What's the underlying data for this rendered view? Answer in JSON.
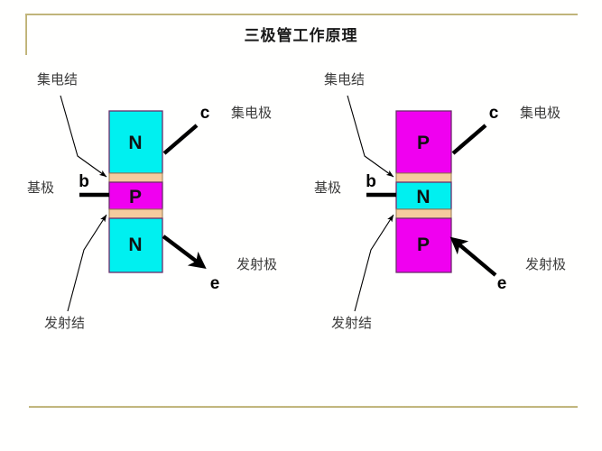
{
  "slide": {
    "title": "三极管工作原理",
    "background_color": "#ffffff",
    "frame_accent_color": "#b9ad72"
  },
  "palette": {
    "n_region": "#00f0f0",
    "p_region": "#f000f0",
    "junction_band": "#f5cb9e",
    "block_border": "#6b2d6b",
    "lead_black": "#000000",
    "label_gray": "#3c3c3c"
  },
  "diagrams": [
    {
      "id": "npn",
      "type": "NPN",
      "regions": [
        {
          "label": "N",
          "role": "collector",
          "color": "#00f0f0"
        },
        {
          "label": "P",
          "role": "base",
          "color": "#f000f0"
        },
        {
          "label": "N",
          "role": "emitter",
          "color": "#00f0f0"
        }
      ],
      "junctions": [
        {
          "name": "collector-junction",
          "label": "集电结"
        },
        {
          "name": "emitter-junction",
          "label": "发射结"
        }
      ],
      "terminals": [
        {
          "key": "c",
          "letter": "c",
          "label": "集电极",
          "arrow": "outward"
        },
        {
          "key": "b",
          "letter": "b",
          "label": "基极",
          "arrow": "bar"
        },
        {
          "key": "e",
          "letter": "e",
          "label": "发射极",
          "arrow": "outward"
        }
      ]
    },
    {
      "id": "pnp",
      "type": "PNP",
      "regions": [
        {
          "label": "P",
          "role": "collector",
          "color": "#f000f0"
        },
        {
          "label": "N",
          "role": "base",
          "color": "#00f0f0"
        },
        {
          "label": "P",
          "role": "emitter",
          "color": "#f000f0"
        }
      ],
      "junctions": [
        {
          "name": "collector-junction",
          "label": "集电结"
        },
        {
          "name": "emitter-junction",
          "label": "发射结"
        }
      ],
      "terminals": [
        {
          "key": "c",
          "letter": "c",
          "label": "集电极",
          "arrow": "outward"
        },
        {
          "key": "b",
          "letter": "b",
          "label": "基极",
          "arrow": "bar"
        },
        {
          "key": "e",
          "letter": "e",
          "label": "发射极",
          "arrow": "inward"
        }
      ]
    }
  ]
}
